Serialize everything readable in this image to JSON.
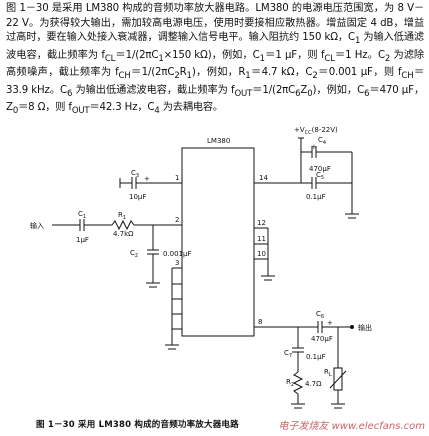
{
  "paragraph": [
    "图 1－30 是采用 LM380 构成的音频功率放大器电路。LM380 的电源电压范围宽，为 8 V－22 V。为获得较大输出，需加较高电源电压，使用时要接相应散热器。增益固定 4 dB，增益过高时，要在输入处接入衰减器，调整输入信号电平。输入阻抗约 150 kΩ，C",
    "1",
    " 为输入低通滤波电容，截止频率为 f",
    "CL",
    "＝1/(2πC",
    "1",
    "×150 kΩ)，例如，C",
    "1",
    "＝1 μF，则 f",
    "CL",
    "＝1 Hz。C",
    "2",
    " 为滤除高频噪声，截止频率为 f",
    "CH",
    "＝1/(2πC",
    "2",
    "R",
    "1",
    ")，例如，R",
    "1",
    "＝4.7 kΩ，C",
    "2",
    "＝0.001 μF，则 f",
    "CH",
    "＝33.9 kHz。C",
    "6",
    " 为输出低通滤波电容，截止频率为 f",
    "OUT",
    "＝1/(2πC",
    "6",
    "Z",
    "0",
    ")，例如，C",
    "6",
    "＝470 μF，Z",
    "0",
    "＝8 Ω，则 f",
    "OUT",
    "＝42.3 Hz，C",
    "4",
    " 为去耦电容。"
  ],
  "circuit": {
    "ic_label": "LM380",
    "vcc_label": "+V",
    "vcc_sub": "CC",
    "vcc_range": "(8-22V)",
    "c3_name": "C",
    "c3_sub": "3",
    "c3_value": "10μF",
    "c4_name": "C",
    "c4_sub": "4",
    "c4_value": "470μF",
    "c5_name": "C",
    "c5_sub": "5",
    "c5_value": "0.1μF",
    "c1_name": "C",
    "c1_sub": "1",
    "c1_value": "1μF",
    "r1_name": "R",
    "r1_sub": "1",
    "r1_value": "4.7kΩ",
    "c2_name": "C",
    "c2_sub": "2",
    "c2_value": "0.001μF",
    "c6_name": "C",
    "c6_sub": "6",
    "c6_value": "470μF",
    "c7_name": "C",
    "c7_sub": "7",
    "c7_value": "0.1μF",
    "r2_name": "R",
    "r2_sub": "2",
    "r2_value": "4.7Ω",
    "rl_name": "R",
    "rl_sub": "L",
    "input_label": "输入",
    "output_label": "输出",
    "pins": {
      "p14": "14",
      "p1": "1",
      "p2": "2",
      "p3": "3",
      "p12": "12",
      "p11": "11",
      "p10": "10",
      "p8": "8"
    },
    "plus": "+"
  },
  "caption": "图 1－30    采用 LM380 构成的音频功率放大器电路",
  "watermark": "电子发烧友 www.elecfans.com"
}
